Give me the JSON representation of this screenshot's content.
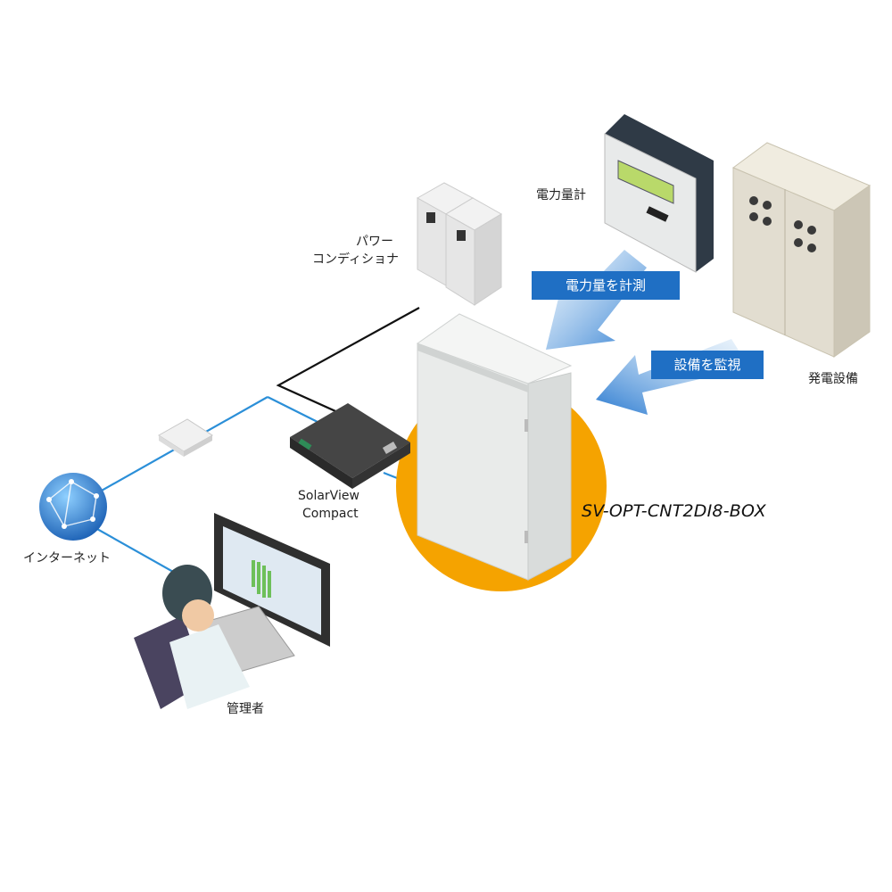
{
  "labels": {
    "power_conditioner_line1": "パワー",
    "power_conditioner_line2": "コンディショナ",
    "power_meter": "電力量計",
    "generation_equipment": "発電設備",
    "solarview_line1": "SolarView",
    "solarview_line2": "Compact",
    "internet": "インターネット",
    "administrator": "管理者",
    "model_name": "SV-OPT-CNT2DI8-BOX"
  },
  "arrows": {
    "measure_power": "電力量を計測",
    "monitor_equipment": "設備を監視"
  },
  "colors": {
    "network_line": "#2b8fd8",
    "highlight_circle": "#f5a300",
    "arrow_blue": "#1f6fc4",
    "cable_black": "#111111"
  }
}
